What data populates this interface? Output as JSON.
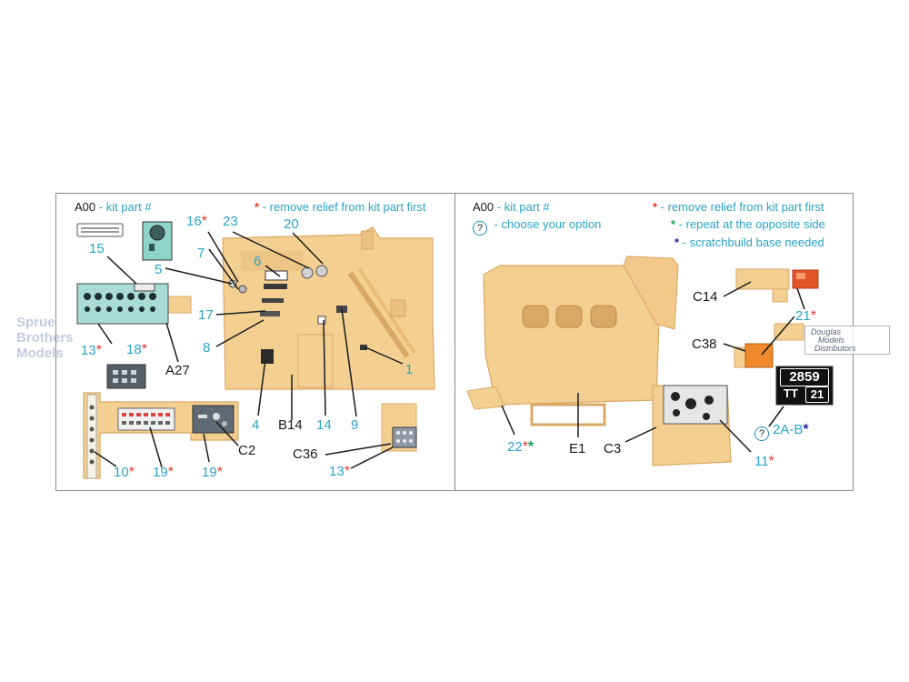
{
  "left_legend": {
    "code": "A00",
    "code_desc": " - kit part #",
    "remove_note": " - remove relief from kit part first"
  },
  "right_legend": {
    "code": "A00",
    "code_desc": " - kit part #",
    "choose_note": " - choose your option",
    "remove_note": " - remove relief from kit part first",
    "repeat_note": " - repeat at the opposite side",
    "scratch_note": " - scratchbuild base needed"
  },
  "left_labels": {
    "n15": "15",
    "n5": "5",
    "n16": "16",
    "n7": "7",
    "n23": "23",
    "n20": "20",
    "n6": "6",
    "n17": "17",
    "n8": "8",
    "n18": "18",
    "n13a": "13",
    "n1": "1",
    "n4": "4",
    "n14": "14",
    "n9": "9",
    "n10": "10",
    "n19a": "19",
    "n19b": "19",
    "n13b": "13",
    "kA27": "A27",
    "kB14": "B14",
    "kC2": "C2",
    "kC36": "C36"
  },
  "right_labels": {
    "kC14": "C14",
    "kC38": "C38",
    "n21": "21",
    "n22": "22",
    "kE1": "E1",
    "kC3": "C3",
    "n11": "11",
    "n2AB": "2A-B",
    "plate_top": "2859",
    "plate_l": "TT",
    "plate_r": "21"
  },
  "watermarks": {
    "sprue": [
      "Sprue",
      "Brothers",
      "Models"
    ],
    "douglas": [
      "Douglas",
      "Models",
      "Distributors"
    ]
  },
  "colors": {
    "resin": "#f4cf92",
    "resin_edge": "#d9a865",
    "label_cyan": "#2aa3c6",
    "star_red": "#e03a2e",
    "star_green": "#19a35a",
    "star_blue": "#2b2f9a"
  }
}
